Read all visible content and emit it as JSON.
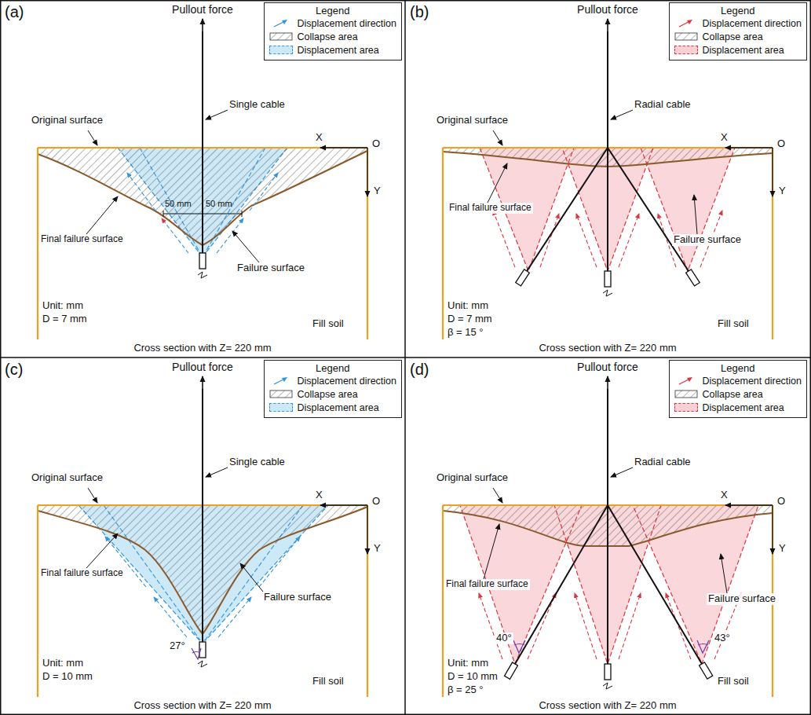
{
  "diagram": {
    "labels": [
      "(a)",
      "Pullout force",
      "Legend",
      "Original surface",
      "Single cable",
      "X",
      "O",
      "Y",
      "Final failure surface",
      "50 mm",
      "50 mm",
      "Failure surface",
      "Unit: mm",
      "D = 7 mm",
      "Fill soil",
      "Cross section with Z= 220 mm",
      "(b)",
      "Pullout force",
      "Legend",
      "Original surface",
      "Radial cable",
      "X",
      "O",
      "Y",
      "Final failure surface",
      "Failure surface",
      "Unit: mm",
      "D = 7 mm",
      "β = 15 °",
      "Fill soil",
      "Cross section with Z= 220 mm",
      "(c)",
      "Pullout force",
      "Legend",
      "Original surface",
      "Single cable",
      "X",
      "O",
      "Y",
      "Final failure surface",
      "Failure surface",
      "27°",
      "Unit: mm",
      "D = 10 mm",
      "Fill soil",
      "Cross section with Z= 220 mm",
      "(d)",
      "Pullout force",
      "Legend",
      "Original surface",
      "Radial cable",
      "X",
      "O",
      "Y",
      "Final failure surface",
      "40°",
      "43°",
      "Failure surface",
      "Unit: mm",
      "D = 10 mm",
      "β = 25 °",
      "Fill soil",
      "Cross section with Z= 220 mm"
    ],
    "legend": [
      {
        "text": "Displacement direction"
      },
      {
        "text": "Collapse area"
      },
      {
        "text": "Displacement area",
        "color": "#cde9f8"
      },
      {
        "text": "Displacement direction"
      },
      {
        "text": "Collapse area"
      },
      {
        "text": "Displacement area",
        "color": "#f9d0d4"
      },
      {
        "text": "Displacement direction"
      },
      {
        "text": "Collapse area"
      },
      {
        "text": "Displacement area",
        "color": "#cde9f8"
      },
      {
        "text": "Displacement direction"
      },
      {
        "text": "Collapse area"
      },
      {
        "text": "Displacement area",
        "color": "#f9d0d4"
      }
    ]
  }
}
